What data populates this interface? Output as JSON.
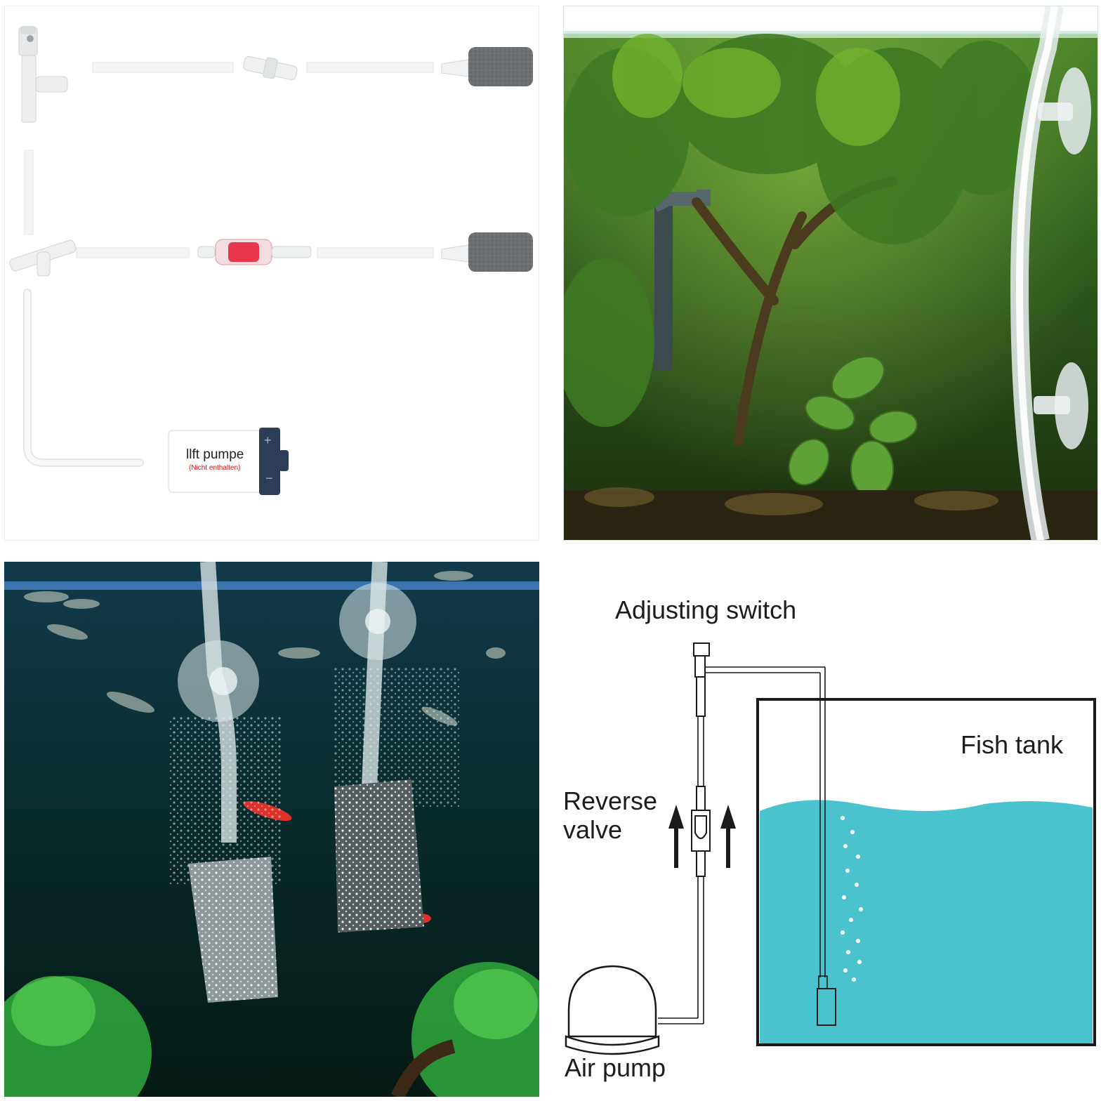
{
  "parts_panel": {
    "pump_label": "llft pumpe",
    "pump_note": "(Nicht enthalten)",
    "plus_sign": "+",
    "minus_sign": "−"
  },
  "diagram": {
    "adjusting_switch": "Adjusting switch",
    "reverse_valve": "Reverse\nvalve",
    "fish_tank": "Fish tank",
    "air_pump": "Air pump"
  },
  "colors": {
    "water": "#4bc3cf",
    "check_valve_red": "#e8364a",
    "air_stone": "#6b6f71"
  }
}
